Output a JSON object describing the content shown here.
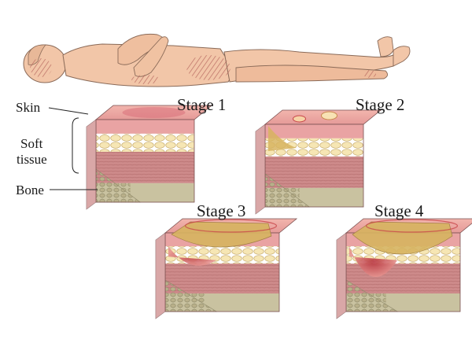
{
  "labels": {
    "skin": "Skin",
    "soft_tissue_line1": "Soft",
    "soft_tissue_line2": "tissue",
    "bone": "Bone"
  },
  "stages": [
    {
      "title": "Stage 1"
    },
    {
      "title": "Stage 2"
    },
    {
      "title": "Stage 3"
    },
    {
      "title": "Stage 4"
    }
  ],
  "colors": {
    "skin": "#f0c4a6",
    "skin_shade": "#d49a7e",
    "pressure_area": "#c9847a",
    "dermis": "#e9a3a3",
    "fat": "#f3e1a9",
    "muscle": "#cd8a8a",
    "bone": "#c9c2a0",
    "ulcer_red": "#c8464a",
    "ulcer_yellow": "#d7b460",
    "outline": "#7a5050"
  }
}
